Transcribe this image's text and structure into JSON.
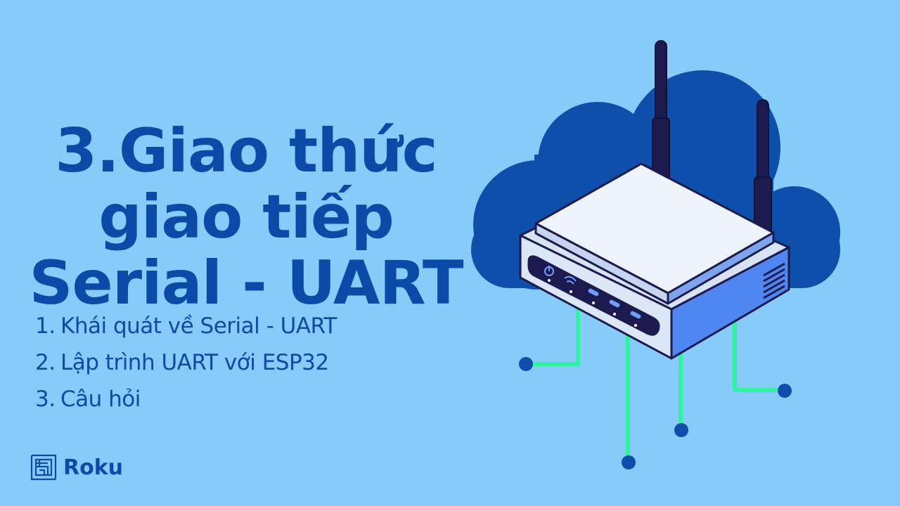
{
  "slide": {
    "title_lines": [
      "3.Giao thức",
      "giao tiếp",
      "Serial - UART"
    ],
    "agenda": [
      {
        "num": "1.",
        "text": "Khái quát về Serial - UART"
      },
      {
        "num": "2.",
        "text": "Lập trình UART với ESP32"
      },
      {
        "num": "3.",
        "text": "Câu hỏi"
      }
    ],
    "logo": {
      "text": "Roku",
      "icon": "roku-logo-icon"
    },
    "illustration": {
      "icon": "router-cloud-icon"
    }
  },
  "colors": {
    "background": "#87cbfa",
    "title": "#0a4ba8",
    "cloud": "#0d4faa",
    "router_top": "#eef4fd",
    "router_body": "#4f86f2",
    "antenna": "#1c1a4f",
    "circuit": "#2ff2a2"
  }
}
